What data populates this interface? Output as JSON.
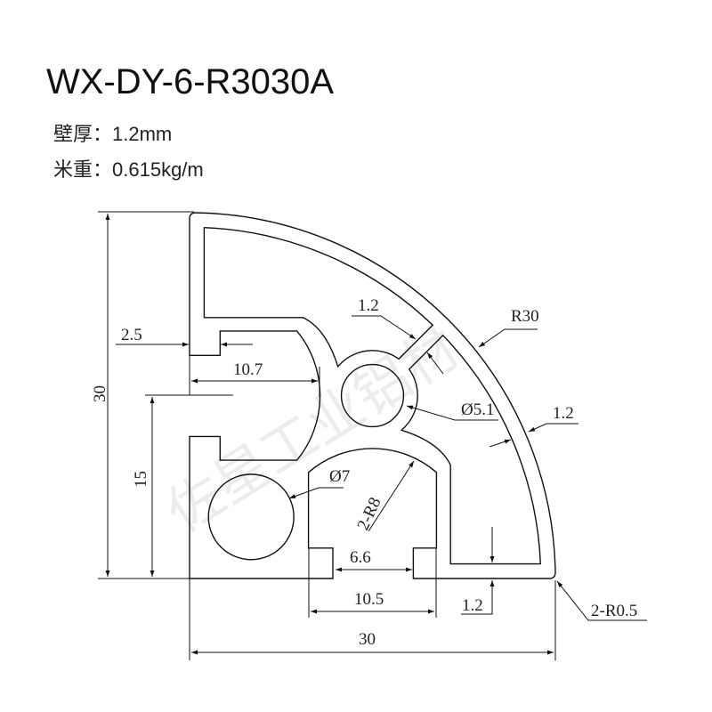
{
  "header": {
    "model": "WX-DY-6-R3030A",
    "wall_thickness_label": "壁厚：",
    "wall_thickness_value": "1.2mm",
    "weight_label": "米重：",
    "weight_value": "0.615kg/m"
  },
  "watermark": "佐星工业铝材",
  "dimensions": {
    "height_total": "30",
    "height_half": "15",
    "slot_depth": "2.5",
    "slot_width": "10.7",
    "web_thickness": "1.2",
    "outer_radius": "R30",
    "center_hole": "Ø5.1",
    "outer_wall": "1.2",
    "side_hole": "Ø7",
    "slot_radius": "2-R8",
    "slot_opening": "6.6",
    "slot_inner_width": "10.5",
    "bottom_wall": "1.2",
    "corner_radius": "2-R0.5",
    "width_total": "30"
  },
  "colors": {
    "line": "#111111",
    "background": "#ffffff"
  }
}
